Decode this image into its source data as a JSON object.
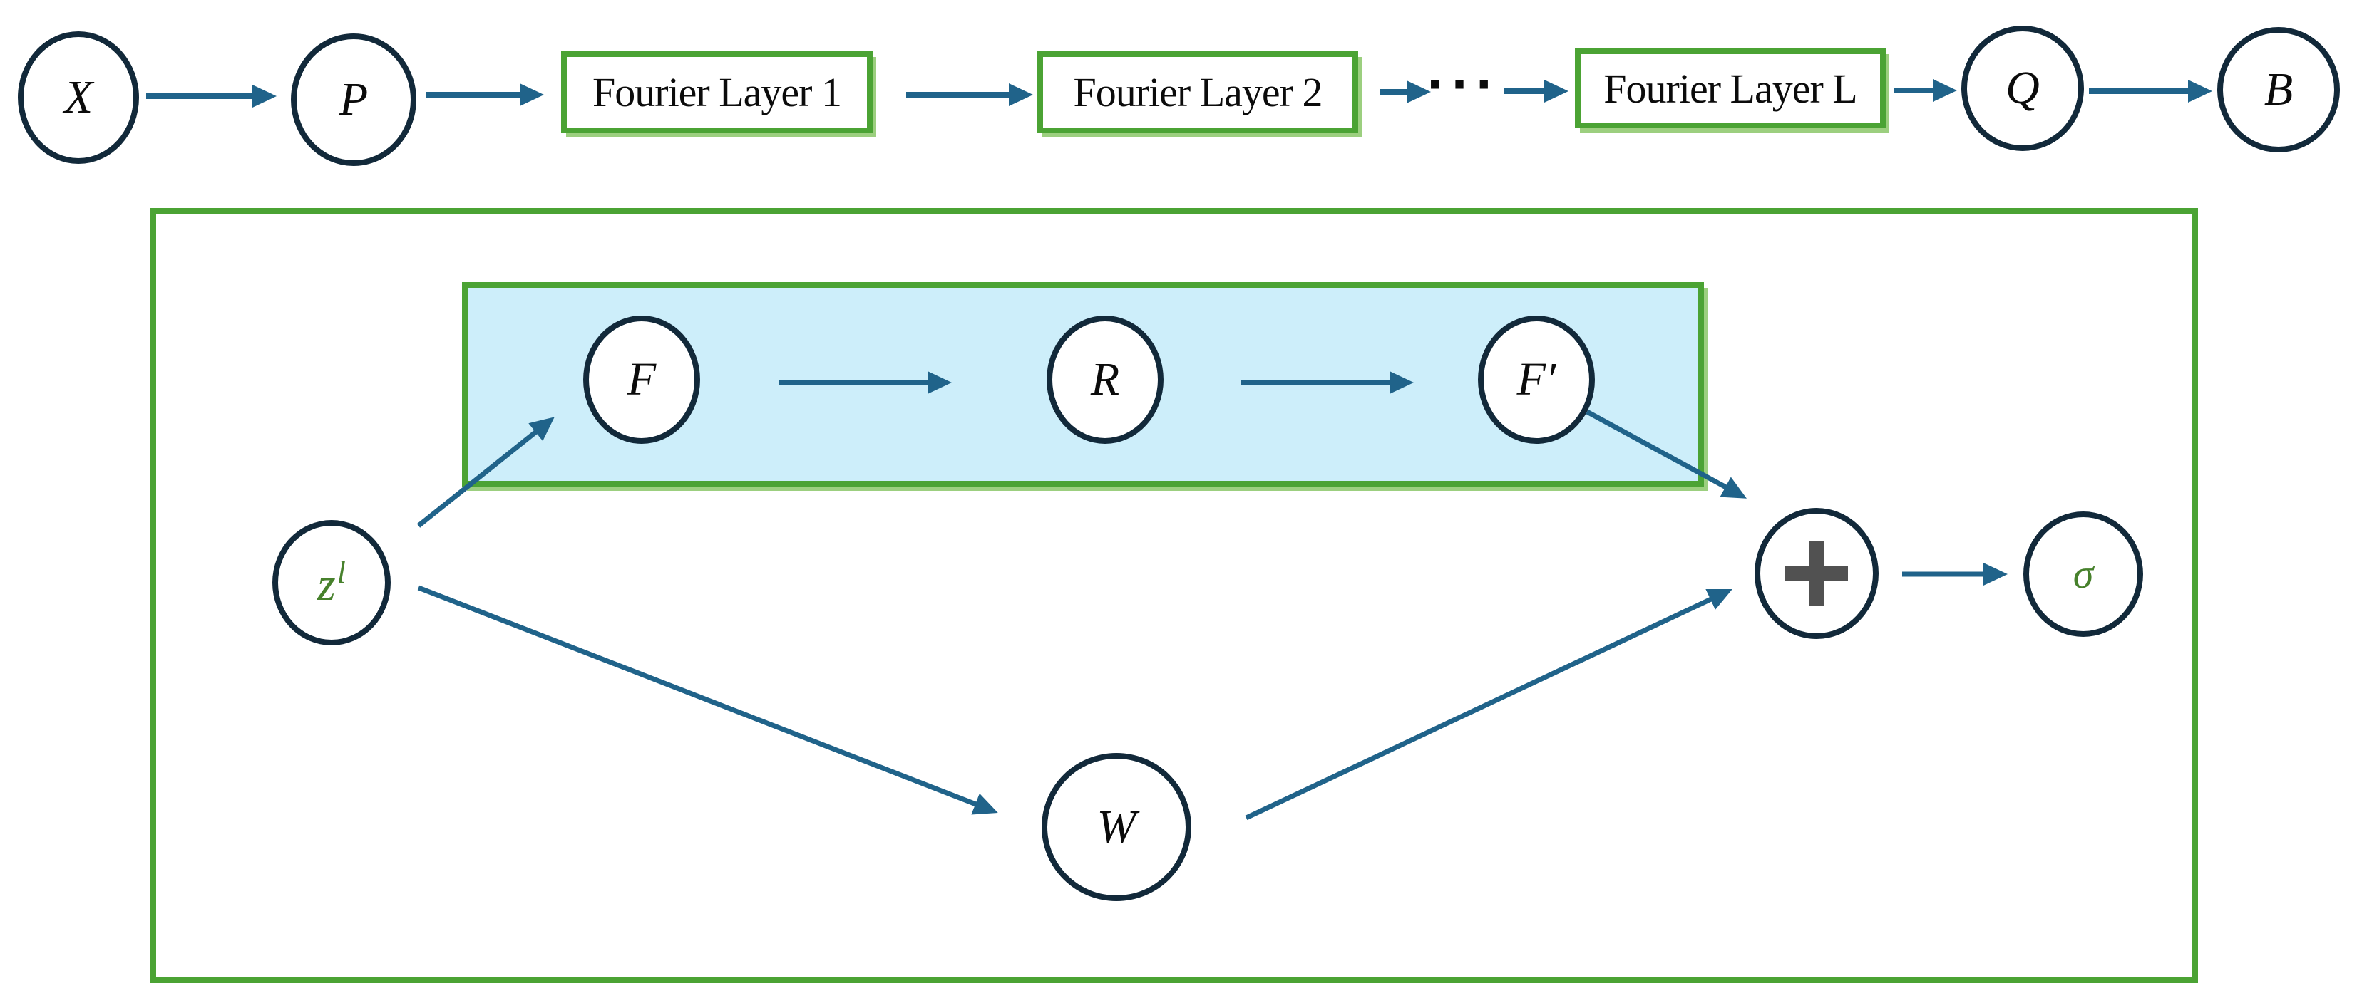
{
  "top_row": {
    "x": "X",
    "p": "P",
    "fourier_layer_1": "Fourier Layer 1",
    "fourier_layer_2": "Fourier Layer 2",
    "ellipsis": "···",
    "fourier_layer_l": "Fourier Layer L",
    "q": "Q",
    "b": "B"
  },
  "fourier_layer_detail": {
    "z_base": "z",
    "z_sup": "l",
    "f": "F",
    "r": "R",
    "f_prime": "F′",
    "w": "W",
    "sum_icon": "plus-icon",
    "sigma": "σ"
  },
  "colors": {
    "node_stroke": "#12293a",
    "arrow": "#20638a",
    "box_green": "#4ba334",
    "box_green_shadow": "#9ccf7f",
    "blue_fill": "#cdeefa",
    "green_text": "#47812c",
    "plus_gray": "#515151",
    "text": "#0b0b0b",
    "background": "#ffffff"
  }
}
